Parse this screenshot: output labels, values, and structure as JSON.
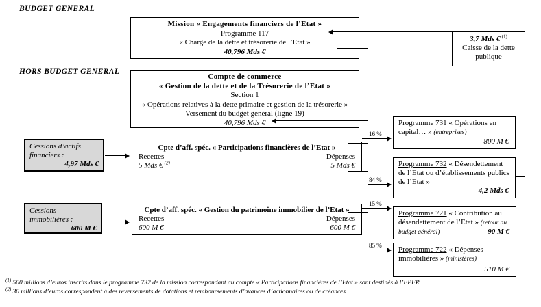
{
  "header": {
    "budget_general": "BUDGET GENERAL",
    "hors_budget_general": "HORS BUDGET GENERAL"
  },
  "mission": {
    "title": "Mission « Engagements financiers de l’Etat »",
    "programme": "Programme 117",
    "subtitle": "« Charge de la dette et trésorerie de l’Etat »",
    "amount": "40,796 Mds €"
  },
  "commerce": {
    "title": "Compte de commerce",
    "subtitle": "« Gestion de la dette et de la Trésorerie de l’Etat »",
    "section": "Section 1",
    "operations": "« Opérations relatives à la dette primaire et gestion de la trésorerie »",
    "versement": "- Versement du budget général (ligne 19) -",
    "amount": "40,796 Mds €"
  },
  "caisse": {
    "amount": "3,7 Mds €",
    "note": "(1)",
    "name": "Caisse de la dette publique"
  },
  "cessions_actifs": {
    "label": "Cessions d’actifs financiers :",
    "amount": "4,97 Mds €"
  },
  "cessions_immo": {
    "label": "Cessions immobilières :",
    "amount": "600 M €"
  },
  "participations": {
    "title": "Cpte d’aff. spéc. « Participations financières de l’Etat »",
    "recettes_label": "Recettes",
    "depenses_label": "Dépenses",
    "recettes_amount": "5 Mds €",
    "recettes_note": "(2)",
    "depenses_amount": "5 Mds €"
  },
  "patrimoine": {
    "title": "Cpte d’aff. spéc. « Gestion du patrimoine immobilier de l’Etat »",
    "recettes_label": "Recettes",
    "depenses_label": "Dépenses",
    "recettes_amount": "600 M €",
    "depenses_amount": "600 M €"
  },
  "prog731": {
    "code": "Programme 731",
    "text": " « Opérations en capital… » ",
    "paren": "(entreprises)",
    "amount": "800 M €"
  },
  "prog732": {
    "code": "Programme 732",
    "text": " « Désendettement de l’Etat ou d’établissements publics de l’Etat »",
    "amount": "4,2 Mds €"
  },
  "prog721": {
    "code": "Programme 721",
    "text": " « Contribution au désendettement de l’Etat » ",
    "paren": "(retour au budget général)",
    "amount": "90 M €"
  },
  "prog722": {
    "code": "Programme 722",
    "text": " « Dépenses immobilières » ",
    "paren": "(ministères)",
    "amount": "510 M €"
  },
  "flows": {
    "pct_16": "16 %",
    "pct_84": "84 %",
    "pct_15": "15 %",
    "pct_85": "85 %"
  },
  "footnotes": [
    {
      "sup": "(1)",
      "text": " 500 millions d’euros inscrits dans le programme 732 de la mission correspondant au compte « Participations financières de l’Etat » sont destinés à l’EPFR"
    },
    {
      "sup": "(2)",
      "text": " 30 millions d’euros correspondent à des reversements de dotations et remboursements d’avances d’actionnaires ou de créances"
    }
  ],
  "colors": {
    "line": "#000000",
    "gray_fill": "#d8d8d8",
    "box_fill": "#ffffff"
  }
}
